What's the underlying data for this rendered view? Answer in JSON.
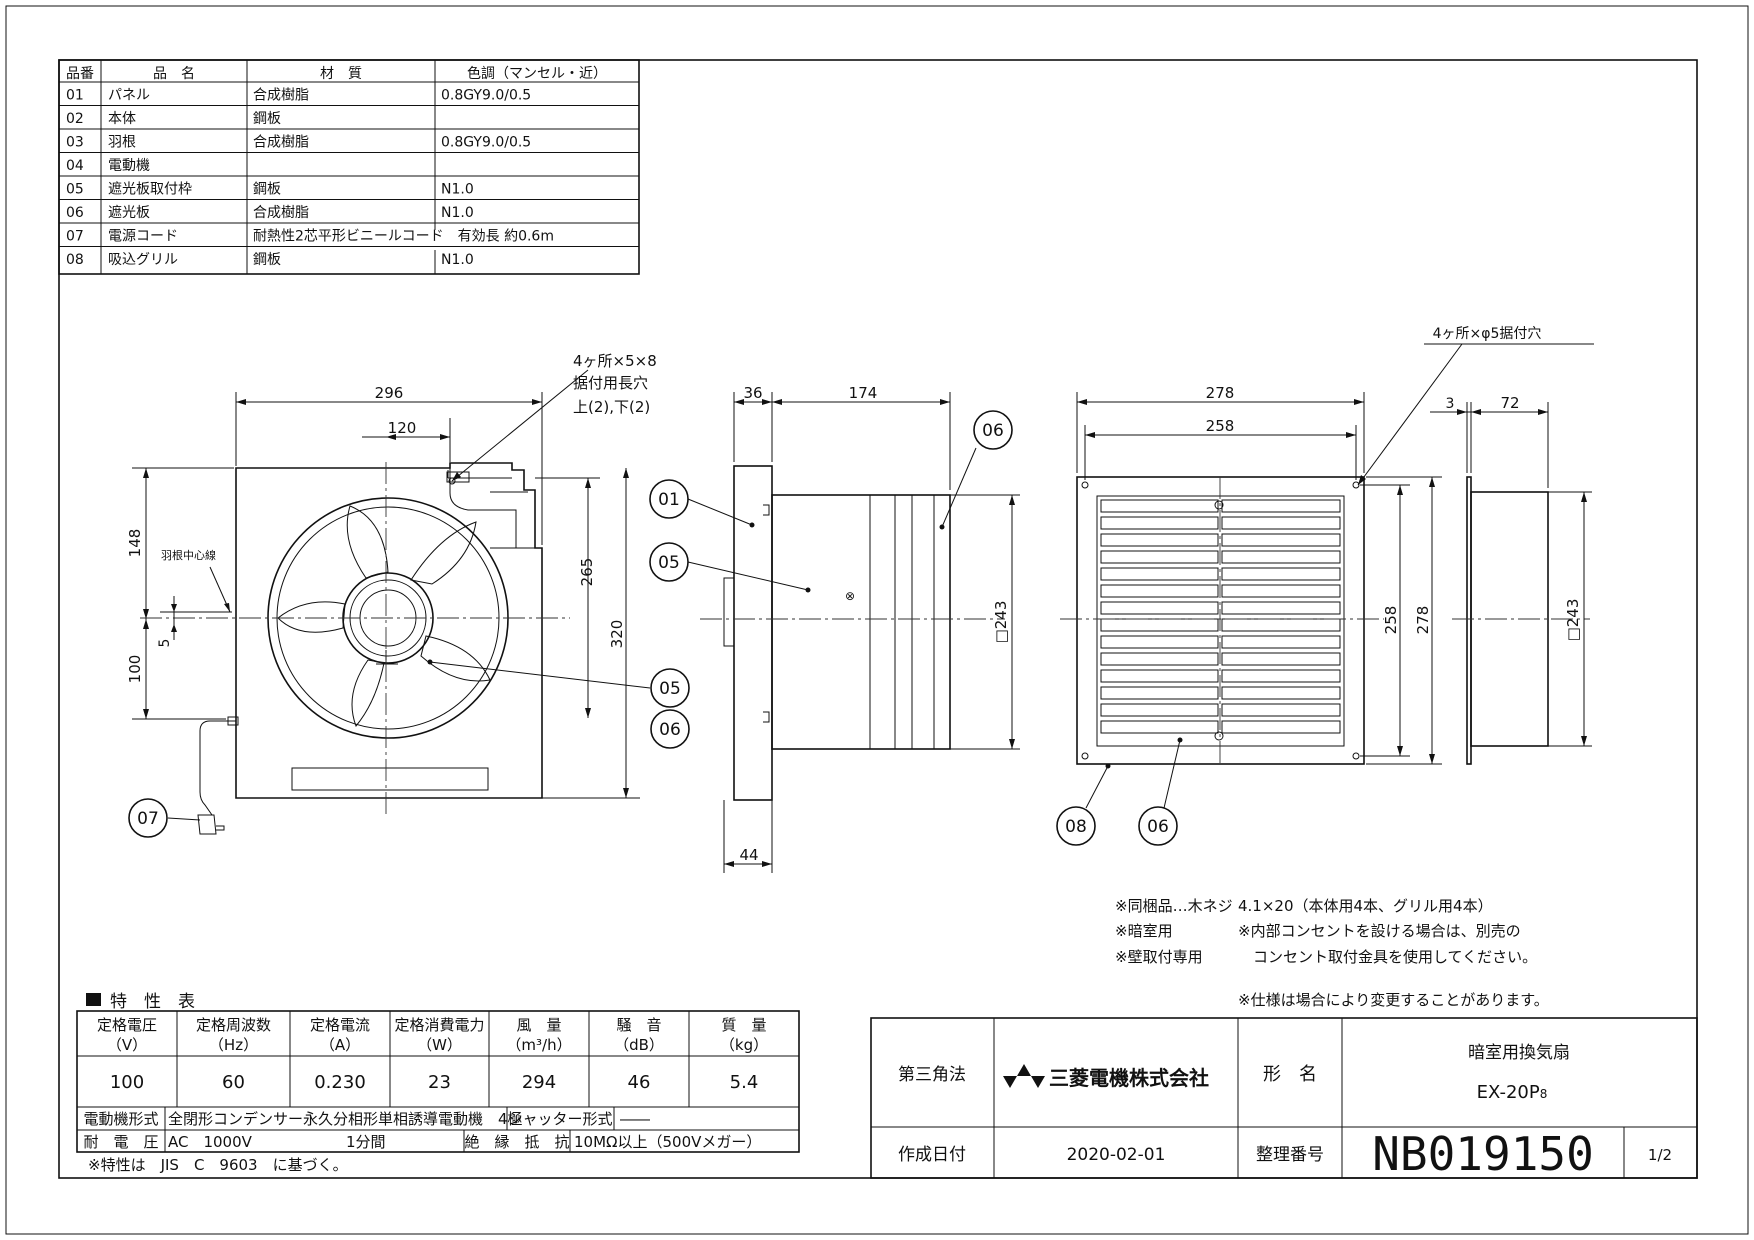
{
  "parts_table": {
    "headers": [
      "品番",
      "品　名",
      "材　質",
      "色調（マンセル・近）"
    ],
    "rows": [
      {
        "no": "01",
        "name": "パネル",
        "material": "合成樹脂",
        "color": "0.8GY9.0/0.5"
      },
      {
        "no": "02",
        "name": "本体",
        "material": "鋼板",
        "color": ""
      },
      {
        "no": "03",
        "name": "羽根",
        "material": "合成樹脂",
        "color": "0.8GY9.0/0.5"
      },
      {
        "no": "04",
        "name": "電動機",
        "material": "",
        "color": ""
      },
      {
        "no": "05",
        "name": "遮光板取付枠",
        "material": "鋼板",
        "color": "N1.0"
      },
      {
        "no": "06",
        "name": "遮光板",
        "material": "合成樹脂",
        "color": "N1.0"
      },
      {
        "no": "07",
        "name": "電源コード",
        "material": "耐熱性2芯平形ビニールコード　有効長 約0.6m",
        "color": ""
      },
      {
        "no": "08",
        "name": "吸込グリル",
        "material": "鋼板",
        "color": "N1.0"
      }
    ]
  },
  "drawing": {
    "front": {
      "dims": {
        "width": "296",
        "offset": "120",
        "top": "148",
        "shift": "5",
        "bottom": "100",
        "height_inner": "265",
        "height": "320"
      },
      "label_center": "羽根中心線",
      "note_lines": [
        "4ヶ所×5×8",
        "据付用長穴",
        "上(2),下(2)"
      ],
      "balloons": [
        "05",
        "06",
        "07"
      ]
    },
    "side": {
      "dims": {
        "flange": "36",
        "depth": "174",
        "bottom": "44",
        "square": "□243"
      },
      "balloons": [
        "01",
        "05",
        "06"
      ]
    },
    "rear": {
      "dims": {
        "outer": "278",
        "inner": "258",
        "v_inner": "258",
        "v_outer": "278"
      },
      "balloons": [
        "08",
        "06"
      ]
    },
    "rear_side": {
      "dims": {
        "gap": "3",
        "depth": "72",
        "square": "□243"
      },
      "note": "4ヶ所×φ5据付穴"
    }
  },
  "notes": {
    "left": [
      "※同梱品…木ネジ",
      "※暗室用",
      "※壁取付専用"
    ],
    "right": [
      "4.1×20（本体用4本、グリル用4本）",
      "※内部コンセントを設ける場合は、別売の",
      "　コンセント取付金具を使用してください。"
    ],
    "spec_change": "※仕様は場合により変更することがあります。"
  },
  "spec_table": {
    "title": "特　性　表",
    "headers": [
      {
        "label": "定格電圧",
        "unit": "（V）"
      },
      {
        "label": "定格周波数",
        "unit": "（Hz）"
      },
      {
        "label": "定格電流",
        "unit": "（A）"
      },
      {
        "label": "定格消費電力",
        "unit": "（W）"
      },
      {
        "label": "風　量",
        "unit": "（m³/h）"
      },
      {
        "label": "騒　音",
        "unit": "（dB）"
      },
      {
        "label": "質　量",
        "unit": "（kg）"
      }
    ],
    "values": [
      "100",
      "60",
      "0.230",
      "23",
      "294",
      "46",
      "5.4"
    ],
    "motor_label": "電動機形式",
    "motor_value": "全閉形コンデンサー永久分相形単相誘導電動機　4極",
    "shutter_label": "シャッター形式",
    "shutter_value": "――",
    "voltage_label": "耐　電　圧",
    "voltage_value": "AC　1000V",
    "voltage_time": "1分間",
    "insulation_label": "絶　縁　抵　抗",
    "insulation_value": "10MΩ以上（500Vメガー）",
    "footnote": "※特性は　JIS　C　9603　に基づく。"
  },
  "title_block": {
    "projection": "第三角法",
    "company": "三菱電機株式会社",
    "model_label": "形　名",
    "product_name": "暗室用換気扇",
    "model": "EX-20P",
    "model_sub": "8",
    "date_label": "作成日付",
    "date": "2020-02-01",
    "number_label": "整理番号",
    "number": "NB019150",
    "sheet": "1/2"
  }
}
